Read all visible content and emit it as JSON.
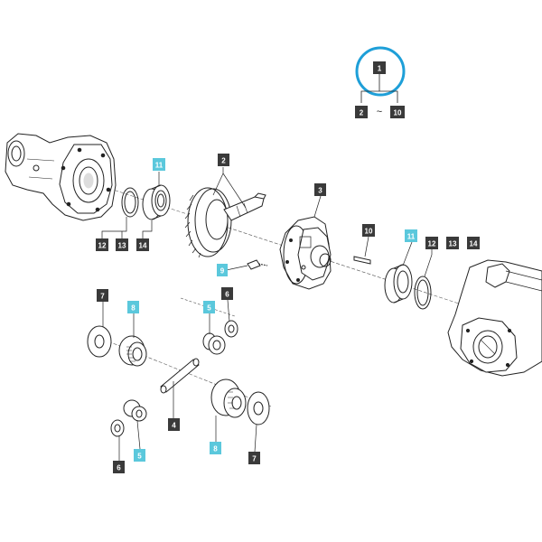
{
  "colors": {
    "label_dark": "#3a3a3a",
    "label_cyan": "#5bc8dc",
    "highlight_ring": "#1e9fd8",
    "line": "#222222"
  },
  "header": {
    "assembly_label": "1",
    "range_from": "2",
    "range_separator": "~",
    "range_to": "10"
  },
  "labels": [
    {
      "id": "l11a",
      "text": "11",
      "style": "cyan"
    },
    {
      "id": "l12a",
      "text": "12",
      "style": "dark"
    },
    {
      "id": "l13a",
      "text": "13",
      "style": "dark"
    },
    {
      "id": "l14a",
      "text": "14",
      "style": "dark"
    },
    {
      "id": "l2",
      "text": "2",
      "style": "dark"
    },
    {
      "id": "l3",
      "text": "3",
      "style": "dark"
    },
    {
      "id": "l10",
      "text": "10",
      "style": "dark"
    },
    {
      "id": "l11b",
      "text": "11",
      "style": "cyan"
    },
    {
      "id": "l12b",
      "text": "12",
      "style": "dark"
    },
    {
      "id": "l13b",
      "text": "13",
      "style": "dark"
    },
    {
      "id": "l14b",
      "text": "14",
      "style": "dark"
    },
    {
      "id": "l9",
      "text": "9",
      "style": "cyan"
    },
    {
      "id": "l7a",
      "text": "7",
      "style": "dark"
    },
    {
      "id": "l8a",
      "text": "8",
      "style": "cyan"
    },
    {
      "id": "l5a",
      "text": "5",
      "style": "cyan"
    },
    {
      "id": "l6a",
      "text": "6",
      "style": "dark"
    },
    {
      "id": "l4",
      "text": "4",
      "style": "dark"
    },
    {
      "id": "l8b",
      "text": "8",
      "style": "cyan"
    },
    {
      "id": "l7b",
      "text": "7",
      "style": "dark"
    },
    {
      "id": "l6b",
      "text": "6",
      "style": "dark"
    },
    {
      "id": "l5b",
      "text": "5",
      "style": "cyan"
    }
  ]
}
